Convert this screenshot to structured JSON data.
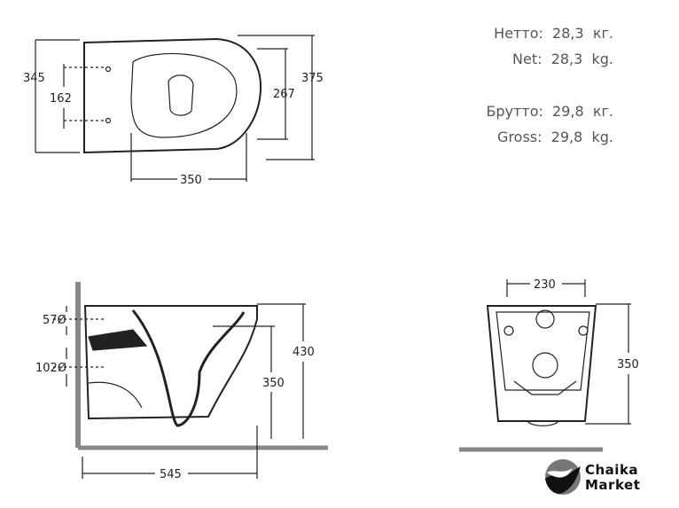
{
  "weights": {
    "netto_ru": "Нетто:  28,3  кг.",
    "netto_en": "Net:  28,3  kg.",
    "brutto_ru": "Брутто:  29,8  кг.",
    "brutto_en": "Gross:  29,8  kg."
  },
  "top_view": {
    "depth_outer": "345",
    "holes": "162",
    "seat": "267",
    "length": "375",
    "width": "350"
  },
  "side_view": {
    "inlet": "57Ø",
    "outlet": "102Ø",
    "height": "430",
    "rim_height": "350",
    "depth": "545"
  },
  "back_view": {
    "mount_spacing": "230",
    "height": "350"
  },
  "logo": {
    "line1": "Chaika",
    "line2": "Market"
  }
}
